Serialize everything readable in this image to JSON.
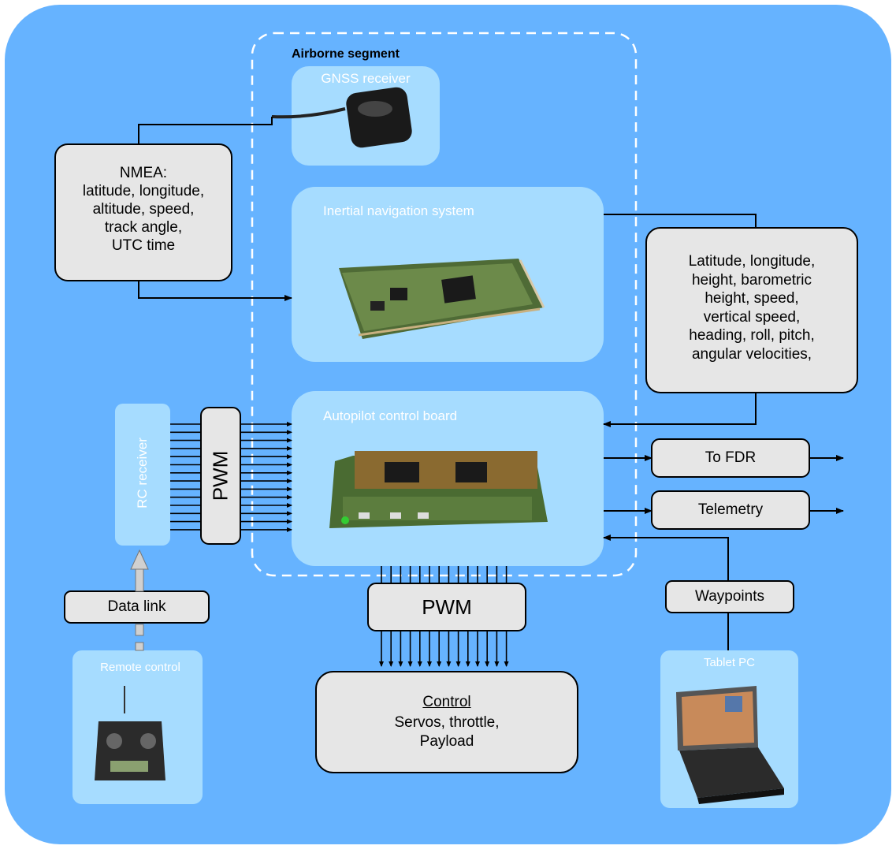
{
  "airborne": {
    "title": "Airborne segment"
  },
  "gnss": {
    "label": "GNSS receiver",
    "icon": "gnss-antenna-icon"
  },
  "ins": {
    "label": "Inertial navigation system",
    "icon": "ins-board-icon"
  },
  "autopilot": {
    "label": "Autopilot control board",
    "icon": "autopilot-board-icon"
  },
  "rc_receiver": {
    "label": "RC receiver"
  },
  "pwm_in": {
    "label": "PWM"
  },
  "pwm_out": {
    "label": "PWM"
  },
  "nmea": {
    "text": "NMEA:\nlatitude, longitude,\naltitude, speed,\ntrack angle,\nUTC time"
  },
  "ins_out": {
    "text": "Latitude, longitude,\nheight, barometric\nheight, speed,\nvertical speed,\nheading, roll, pitch,\nangular velocities,"
  },
  "fdr": {
    "label": "To FDR"
  },
  "telemetry": {
    "label": "Telemetry"
  },
  "waypoints": {
    "label": "Waypoints"
  },
  "data_link": {
    "label": "Data link"
  },
  "remote": {
    "label": "Remote control",
    "icon": "remote-control-icon"
  },
  "tablet": {
    "label": "Tablet PC",
    "icon": "tablet-pc-icon"
  },
  "control": {
    "title": "Control",
    "detail": "Servos, throttle,\nPayload"
  },
  "colors": {
    "background": "#66b3ff",
    "panel": "#a6dcff",
    "box": "#e6e6e6",
    "line": "#000000"
  }
}
